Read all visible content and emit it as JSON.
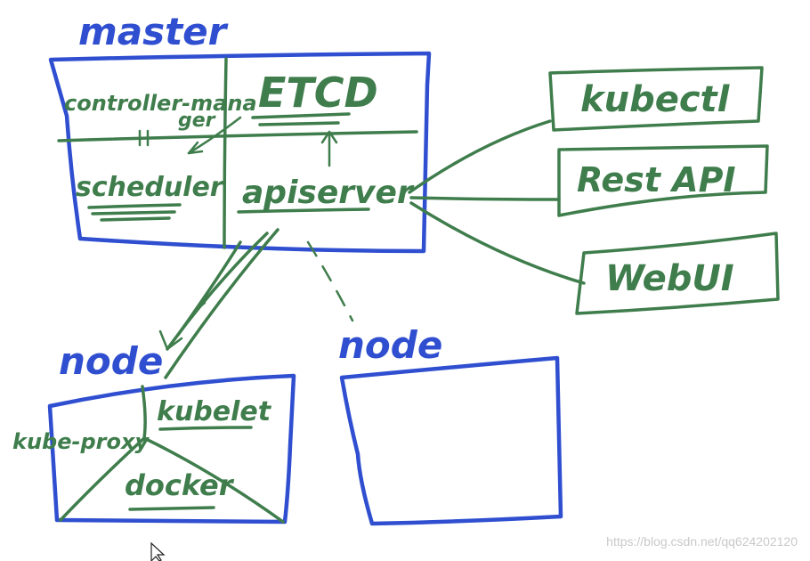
{
  "colors": {
    "blue_ink": "#2f4fd0",
    "green_ink": "#3f7d4c"
  },
  "labels": {
    "master": "master",
    "controller_manager_line1": "controller-mana",
    "controller_manager_line2": "ger",
    "etcd": "ETCD",
    "scheduler": "scheduler",
    "apiserver": "apiserver",
    "kubectl": "kubectl",
    "rest_api": "Rest API",
    "web_ui": "WebUI",
    "node_left": "node",
    "node_right": "node",
    "kubelet": "kubelet",
    "kube_proxy": "kube-proxy",
    "docker": "docker"
  },
  "watermark": "https://blog.csdn.net/qq624202120"
}
